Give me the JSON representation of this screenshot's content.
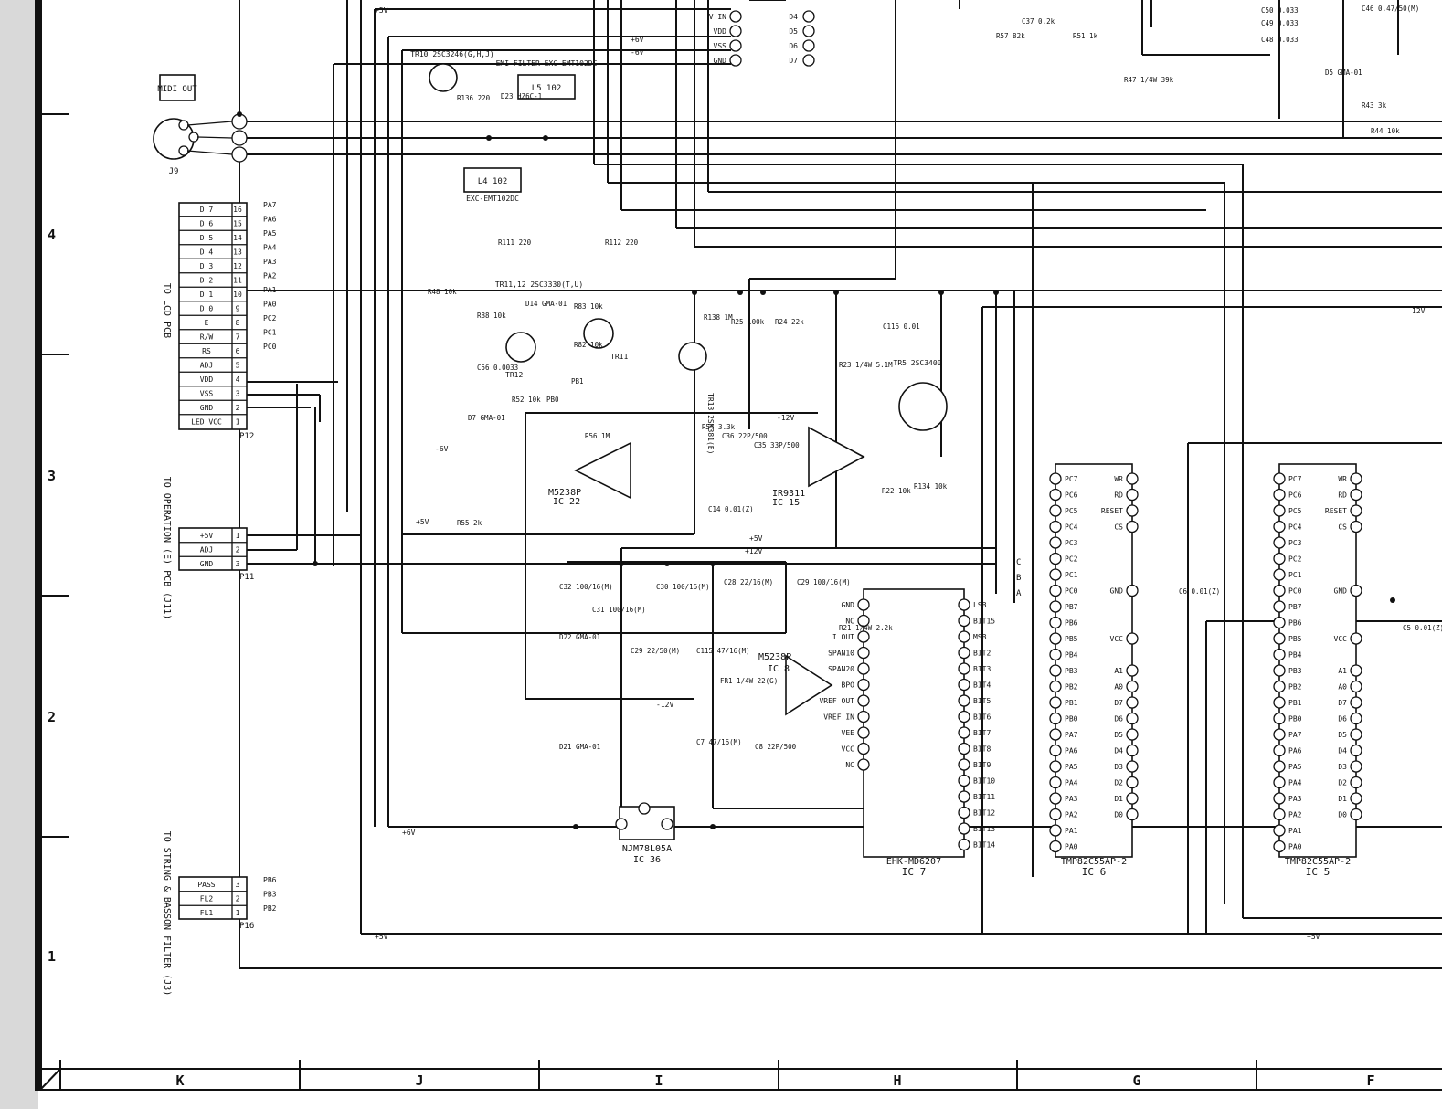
{
  "frame": {
    "columns": [
      "K",
      "J",
      "I",
      "H",
      "G",
      "F"
    ],
    "rows": [
      "1",
      "2",
      "3",
      "4"
    ]
  },
  "midi": {
    "title": "MIDI OUT",
    "jack": "J9"
  },
  "connectors": {
    "lcd": {
      "label": "TO LCD PCB",
      "ref": "P12",
      "pins": [
        "16",
        "15",
        "14",
        "13",
        "12",
        "11",
        "10",
        "9",
        "8",
        "7",
        "6",
        "5",
        "4",
        "3",
        "2",
        "1"
      ],
      "names": [
        "D 7",
        "D 6",
        "D 5",
        "D 4",
        "D 3",
        "D 2",
        "D 1",
        "D 0",
        "E",
        "R/W",
        "RS",
        "ADJ",
        "VDD",
        "VSS",
        "GND",
        "LED VCC"
      ],
      "nets": [
        "PA7",
        "PA6",
        "PA5",
        "PA4",
        "PA3",
        "PA2",
        "PA1",
        "PA0",
        "PC2",
        "PC1",
        "PC0",
        "",
        "",
        "",
        "",
        ""
      ]
    },
    "op": {
      "label": "TO OPERATION (E) PCB (J11)",
      "ref": "P11",
      "pins": [
        "1",
        "2",
        "3"
      ],
      "names": [
        "+5V",
        "ADJ",
        "GND"
      ]
    },
    "str": {
      "label": "TO STRING & BASSON FILTER (J3)",
      "ref": "P16",
      "pins": [
        "3",
        "2",
        "1"
      ],
      "names": [
        "PASS",
        "FL2",
        "FL1"
      ],
      "nets": [
        "PB6",
        "PB3",
        "PB2"
      ]
    }
  },
  "ics": {
    "ic5": {
      "ref": "IC 5",
      "part": "TMP82C55AP-2",
      "left": [
        "PC7",
        "PC6",
        "PC5",
        "PC4",
        "PC3",
        "PC2",
        "PC1",
        "PC0",
        "PB7",
        "PB6",
        "PB5",
        "PB4",
        "PB3",
        "PB2",
        "PB1",
        "PB0",
        "PA7",
        "PA6",
        "PA5",
        "PA4",
        "PA3",
        "PA2",
        "PA1",
        "PA0"
      ],
      "right": [
        "WR",
        "RD",
        "RESET",
        "CS",
        "",
        "",
        "",
        "GND",
        "",
        "",
        "VCC",
        "",
        "A1",
        "A0",
        "D7",
        "D6",
        "D5",
        "D4",
        "D3",
        "D2",
        "D1",
        "D0"
      ]
    },
    "ic6": {
      "ref": "IC 6",
      "part": "TMP82C55AP-2",
      "left": [
        "PC7",
        "PC6",
        "PC5",
        "PC4",
        "PC3",
        "PC2",
        "PC1",
        "PC0",
        "PB7",
        "PB6",
        "PB5",
        "PB4",
        "PB3",
        "PB2",
        "PB1",
        "PB0",
        "PA7",
        "PA6",
        "PA5",
        "PA4",
        "PA3",
        "PA2",
        "PA1",
        "PA0"
      ],
      "right": [
        "WR",
        "RD",
        "RESET",
        "CS",
        "",
        "",
        "",
        "GND",
        "",
        "",
        "VCC",
        "",
        "A1",
        "A0",
        "D7",
        "D6",
        "D5",
        "D4",
        "D3",
        "D2",
        "D1",
        "D0"
      ]
    },
    "ic7": {
      "ref": "IC 7",
      "part": "EHK-MD6207",
      "right": [
        "LSB",
        "BIT15",
        "MSB",
        "BIT2",
        "BIT3",
        "BIT4",
        "BIT5",
        "BIT6",
        "BIT7",
        "BIT8",
        "BIT9",
        "BIT10",
        "BIT11",
        "BIT12",
        "BIT13",
        "BIT14"
      ],
      "left": [
        "GND",
        "NC",
        "I OUT",
        "SPAN10",
        "SPAN20",
        "BPO",
        "VREF OUT",
        "VREF IN",
        "VEE",
        "VCC",
        "NC"
      ]
    },
    "ic8": {
      "ref": "IC 8",
      "part": "M5238P"
    },
    "ic15": {
      "ref": "IC 15",
      "part": "IR9311"
    },
    "ic22": {
      "ref": "IC 22",
      "part": "M5238P"
    },
    "ic36": {
      "ref": "IC 36",
      "part": "NJM78L05A"
    }
  },
  "rails": [
    "+5V",
    "+12V",
    "-12V",
    "-6V",
    "+6V",
    "12V"
  ],
  "parts": [
    "TR10 2SC3246(G,H,J)",
    "R136 220",
    "D23 HZ6C-1",
    "L5 102",
    "EMI FILTER EXC-EMT102DC",
    "L4 102",
    "EXC-EMT102DC",
    "R111 220",
    "R112 220",
    "R48 10k",
    "R88 10k",
    "D14 GMA-01",
    "R83 10k",
    "R82 10k",
    "TR11,12 2SC3330(T,U)",
    "TR11",
    "TR12",
    "C56 0.0033",
    "PB1",
    "PB0",
    "R52 10k",
    "D7 GMA-01",
    "R56 1M",
    "R55 2k",
    "R25 100k",
    "R24 22k",
    "R138 1M",
    "TR13 2SK381(E)",
    "C116 0.01",
    "TR5 2SC3400",
    "R23 1/4W 5.1M",
    "R54 3.3k",
    "C36 22P/500",
    "C35 33P/500",
    "R134 10k",
    "R22 10k",
    "C14 0.01(Z)",
    "C32 100/16(M)",
    "C31 100/16(M)",
    "C29 22/50(M)",
    "C30 100/16(M)",
    "C115 47/16(M)",
    "C28 22/16(M)",
    "C29 100/16(M)",
    "R21 1/4W 2.2k",
    "FR1 1/4W 22(G)",
    "C7 47/16(M)",
    "C8 22P/500",
    "D22 GMA-01",
    "D21 GMA-01",
    "C6 0.01(Z)",
    "C5 0.01(Z)",
    "R57 82k",
    "C37 0.2k",
    "R51 1k",
    "R47 1/4W 39k",
    "C50 0.033",
    "C49 0.033",
    "C48 0.033",
    "C46 0.47/50(M)",
    "D5 GMA-01",
    "R43 3k",
    "R44 10k"
  ],
  "marks": [
    "A",
    "B",
    "C"
  ],
  "sub_ic_ports": [
    "V IN",
    "VDD",
    "VSS",
    "GND",
    "D4",
    "D5",
    "D6",
    "D7"
  ],
  "colors": {
    "ink": "#111111",
    "paper": "#ffffff"
  }
}
